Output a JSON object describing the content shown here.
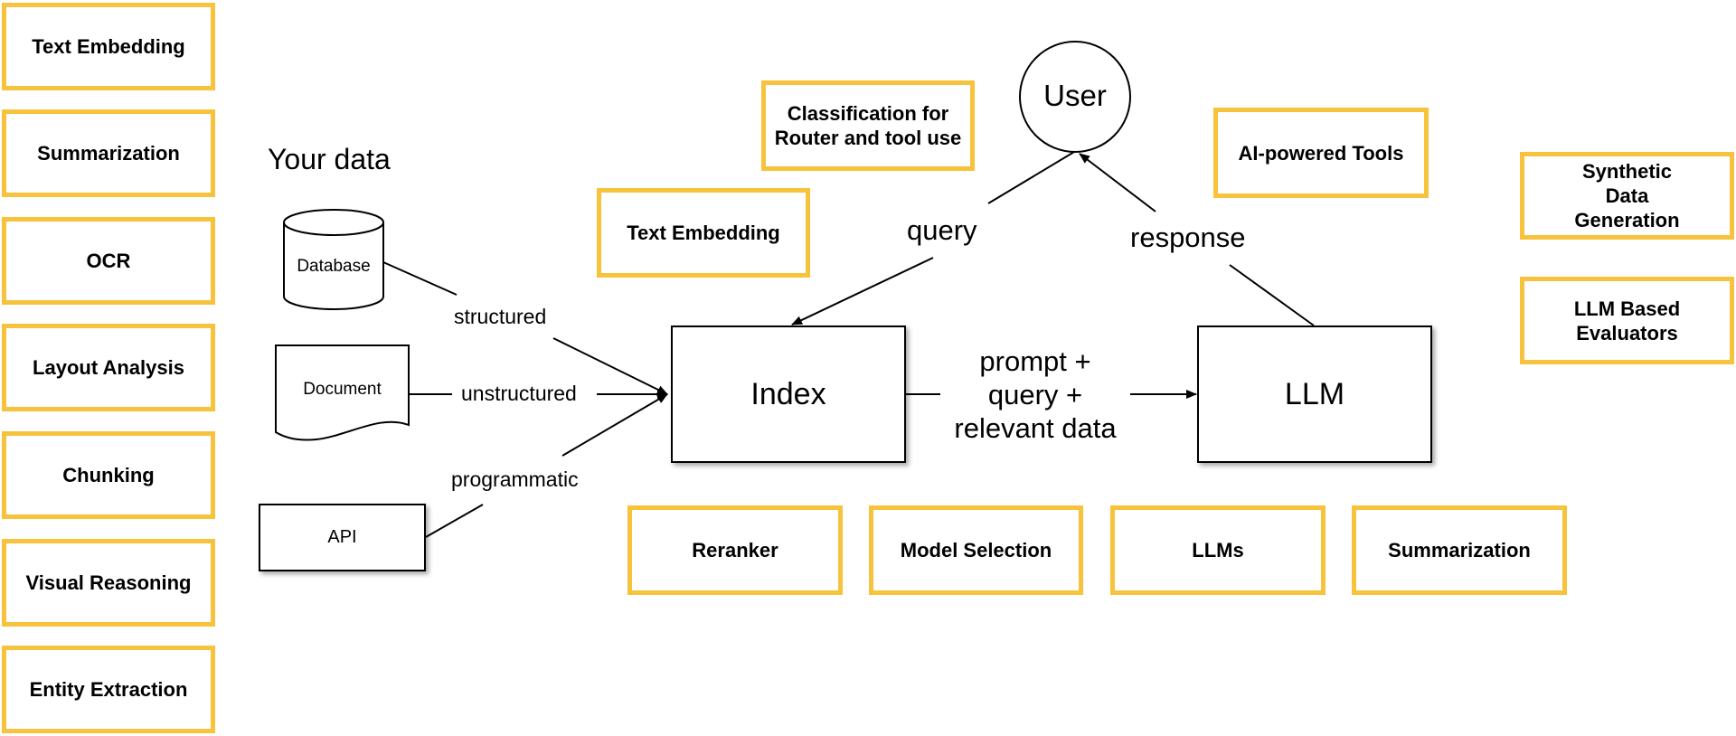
{
  "left_column": [
    "Text Embedding",
    "Summarization",
    "OCR",
    "Layout Analysis",
    "Chunking",
    "Visual Reasoning",
    "Entity Extraction"
  ],
  "right_column": [
    "Synthetic Data Generation",
    "LLM Based Evaluators"
  ],
  "top_boxes": {
    "classification": "Classification for Router and tool use",
    "ai_tools": "AI-powered Tools",
    "text_embedding": "Text Embedding"
  },
  "bottom_boxes": [
    "Reranker",
    "Model Selection",
    "LLMs",
    "Summarization"
  ],
  "your_data_title": "Your data",
  "sources": {
    "database": "Database",
    "document": "Document",
    "api": "API"
  },
  "connections": {
    "structured": "structured",
    "unstructured": "unstructured",
    "programmatic": "programmatic",
    "query": "query",
    "response": "response",
    "prompt_line1": "prompt +",
    "prompt_line2": "query +",
    "prompt_line3": "relevant data"
  },
  "nodes": {
    "user": "User",
    "index": "Index",
    "llm": "LLM"
  },
  "colors": {
    "accent_border": "#F7C33C",
    "line": "#000000"
  }
}
